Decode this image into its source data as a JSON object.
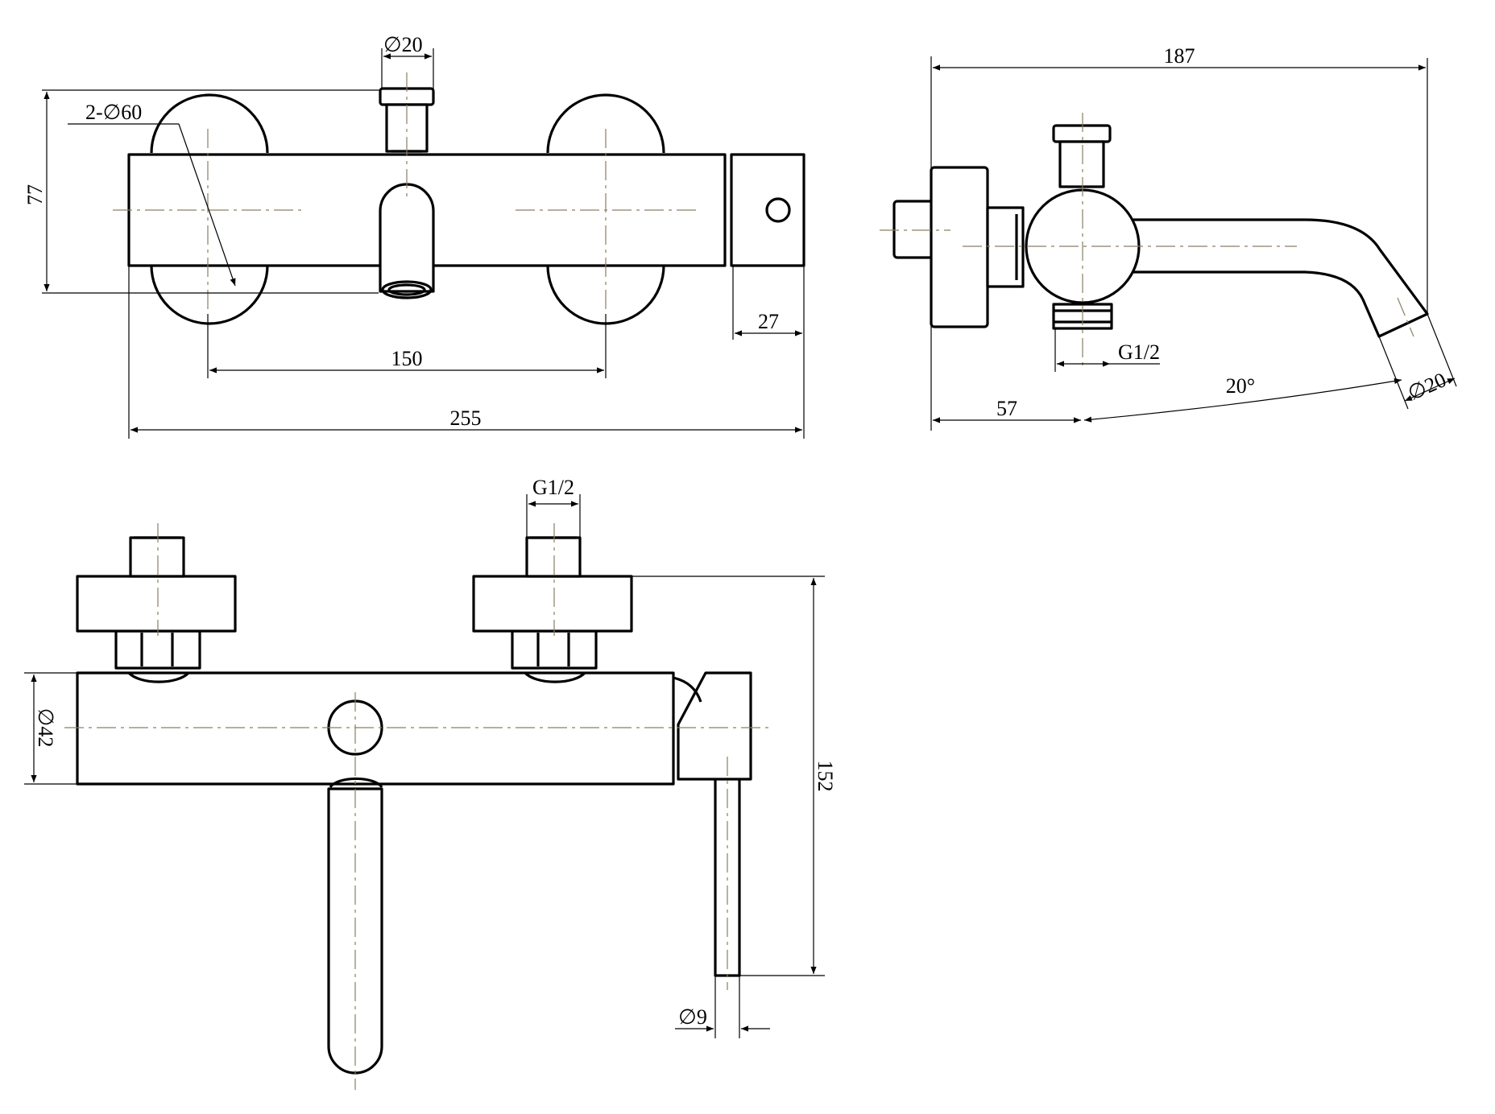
{
  "colors": {
    "line": "#000000",
    "centerline": "#8a7f63",
    "background": "#ffffff"
  },
  "front_view": {
    "dims": {
      "pipe_diameter": "∅20",
      "mount_holes": "2-∅60",
      "height": "77",
      "handle_width": "27",
      "centers": "150",
      "overall_length": "255"
    }
  },
  "side_view": {
    "dims": {
      "overall_depth": "187",
      "thread": "G1/2",
      "offset": "57",
      "angle": "20°",
      "spout_diameter": "∅20"
    }
  },
  "top_view": {
    "dims": {
      "thread": "G1/2",
      "body_diameter": "∅42",
      "height": "152",
      "lever_diameter": "∅9"
    }
  }
}
